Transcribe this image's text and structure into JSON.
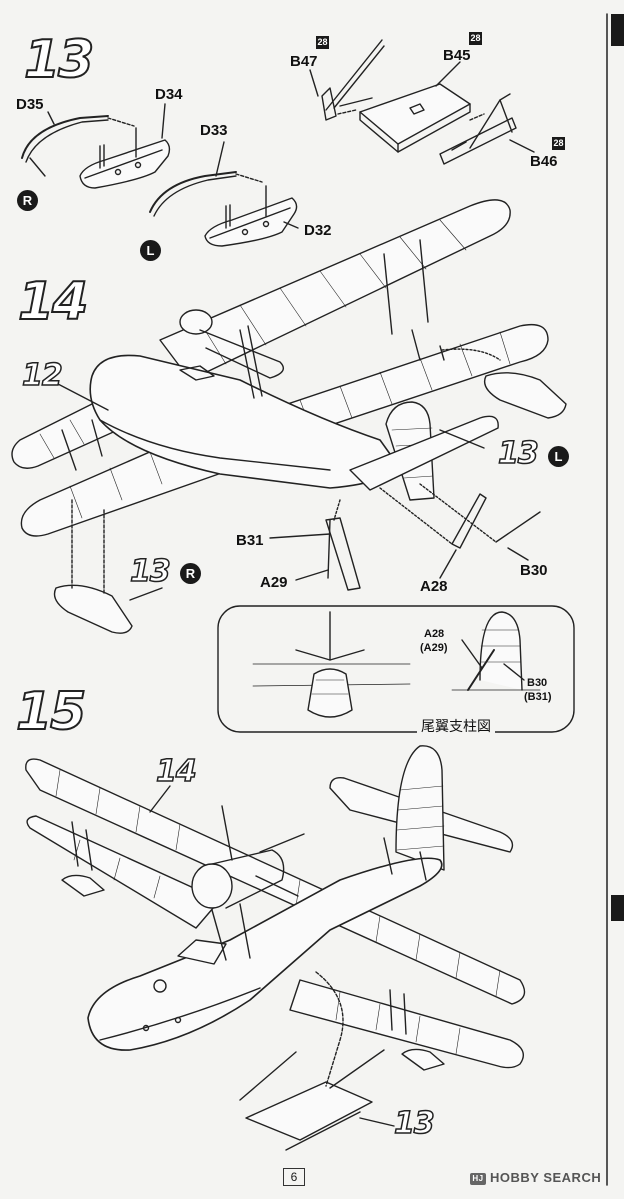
{
  "page": {
    "page_number": "6"
  },
  "steps": [
    {
      "number": "13"
    },
    {
      "number": "14"
    },
    {
      "number": "15"
    }
  ],
  "parts": {
    "d35": "D35",
    "d34": "D34",
    "d33": "D33",
    "d32": "D32",
    "b47": "B47",
    "b45": "B45",
    "b46": "B46",
    "b31": "B31",
    "a29": "A29",
    "a28": "A28",
    "b30": "B30"
  },
  "badges": {
    "right": "R",
    "left": "L",
    "num28a": "28",
    "num28b": "28",
    "num28c": "28"
  },
  "refs": {
    "step12": "12",
    "step13L": "13",
    "step13L_badge": "L",
    "step13R": "13",
    "step13R_badge": "R",
    "step14": "14",
    "step13b": "13"
  },
  "inset": {
    "caption": "尾翼支柱図",
    "a28": "A28",
    "a29": "(A29)",
    "b30": "B30",
    "b31": "(B31)"
  },
  "watermark": {
    "logo": "HJ",
    "text": "HOBBY SEARCH"
  }
}
